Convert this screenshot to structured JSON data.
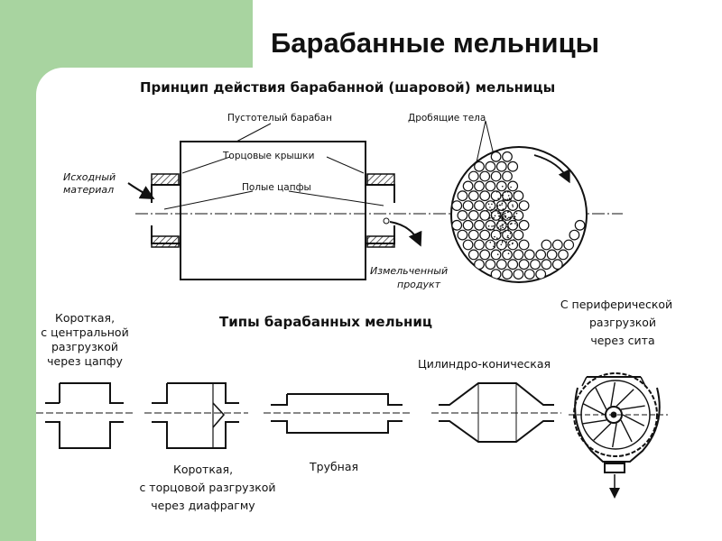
{
  "slide": {
    "title": "Барабанные мельницы"
  },
  "principle": {
    "heading": "Принцип действия барабанной (шаровой) мельницы",
    "labels": {
      "hollow_drum": "Пустотелый барабан",
      "grinding_bodies": "Дробящие тела",
      "end_covers": "Торцовые крышки",
      "hollow_trunnions": "Полые цапфы",
      "feed_line1": "Исходный",
      "feed_line2": "материал",
      "product_line1": "Измельченный",
      "product_line2": "продукт"
    }
  },
  "types": {
    "heading": "Типы барабанных мельниц",
    "short_central": [
      "Короткая,",
      "с центральной",
      "разгрузкой",
      "через цапфу"
    ],
    "short_end": [
      "Короткая,",
      "с торцовой разгрузкой",
      "через диафрагму"
    ],
    "tube": "Трубная",
    "cylindro_conical": "Цилиндро-коническая",
    "peripheral": [
      "С периферической",
      "разгрузкой",
      "через сита"
    ]
  },
  "colors": {
    "accent_green": "#a8d4a0",
    "ink": "#111111"
  }
}
